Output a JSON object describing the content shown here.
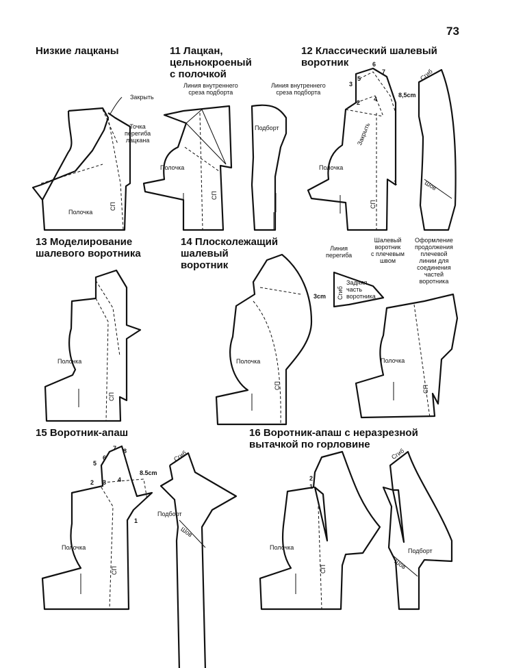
{
  "page_number": "73",
  "sections": {
    "s_low": {
      "title": "Низкие лацканы",
      "close": "Закрыть",
      "fold_point": "Точка\nперегиба\nлацкана",
      "front": "Полочка",
      "cf": "СП"
    },
    "s11": {
      "title": "11 Лацкан,\nцельнокроеный\nс полочкой",
      "facing_line": "Линия внутреннего\nсреза подборта",
      "front": "Полочка",
      "facing": "Подборт",
      "cf": "СП"
    },
    "s12": {
      "title": "12 Классический шалевый\nворотник",
      "facing_line": "Линия внутреннего\nсреза подборта",
      "close": "Закрыть",
      "front": "Полочка",
      "cf": "СП",
      "fold": "Сгиб",
      "seam": "Шов",
      "measure": "8,5cm",
      "points": [
        "6",
        "7",
        "3",
        "5",
        "2",
        "4",
        "1"
      ]
    },
    "s13": {
      "title": "13 Моделирование\nшалевого воротника",
      "front": "Полочка",
      "cf": "СП"
    },
    "s14": {
      "title": "14 Плосколежащий\nшалевый\nворотник",
      "front": "Полочка",
      "cf": "СП",
      "measure": "3cm",
      "roll_line": "Линия\nперегиба",
      "shawl_collar": "Шалевый\nворотник\nс плечевым\nшвом",
      "shoulder_ext": "Оформление\nпродолжения\nплечевой\nлинии для\nсоединения\nчастей\nворотника",
      "back": "Задняя\nчасть\nворотника",
      "fold": "Сгиб"
    },
    "s15": {
      "title": "15 Воротник-апаш",
      "front": "Полочка",
      "cf": "СП",
      "fold": "Сгиб",
      "facing": "Подборт",
      "seam": "Шов",
      "measure": "8.5cm",
      "points": [
        "7",
        "8",
        "6",
        "5",
        "2",
        "3",
        "4",
        "1"
      ]
    },
    "s16": {
      "title": "16 Воротник-апаш с неразрезной\nвытачкой по горловине",
      "front": "Полочка",
      "cf": "СП",
      "fold": "Сгиб",
      "facing": "Подборт",
      "seam": "Шов",
      "points": [
        "1",
        "2"
      ]
    }
  }
}
